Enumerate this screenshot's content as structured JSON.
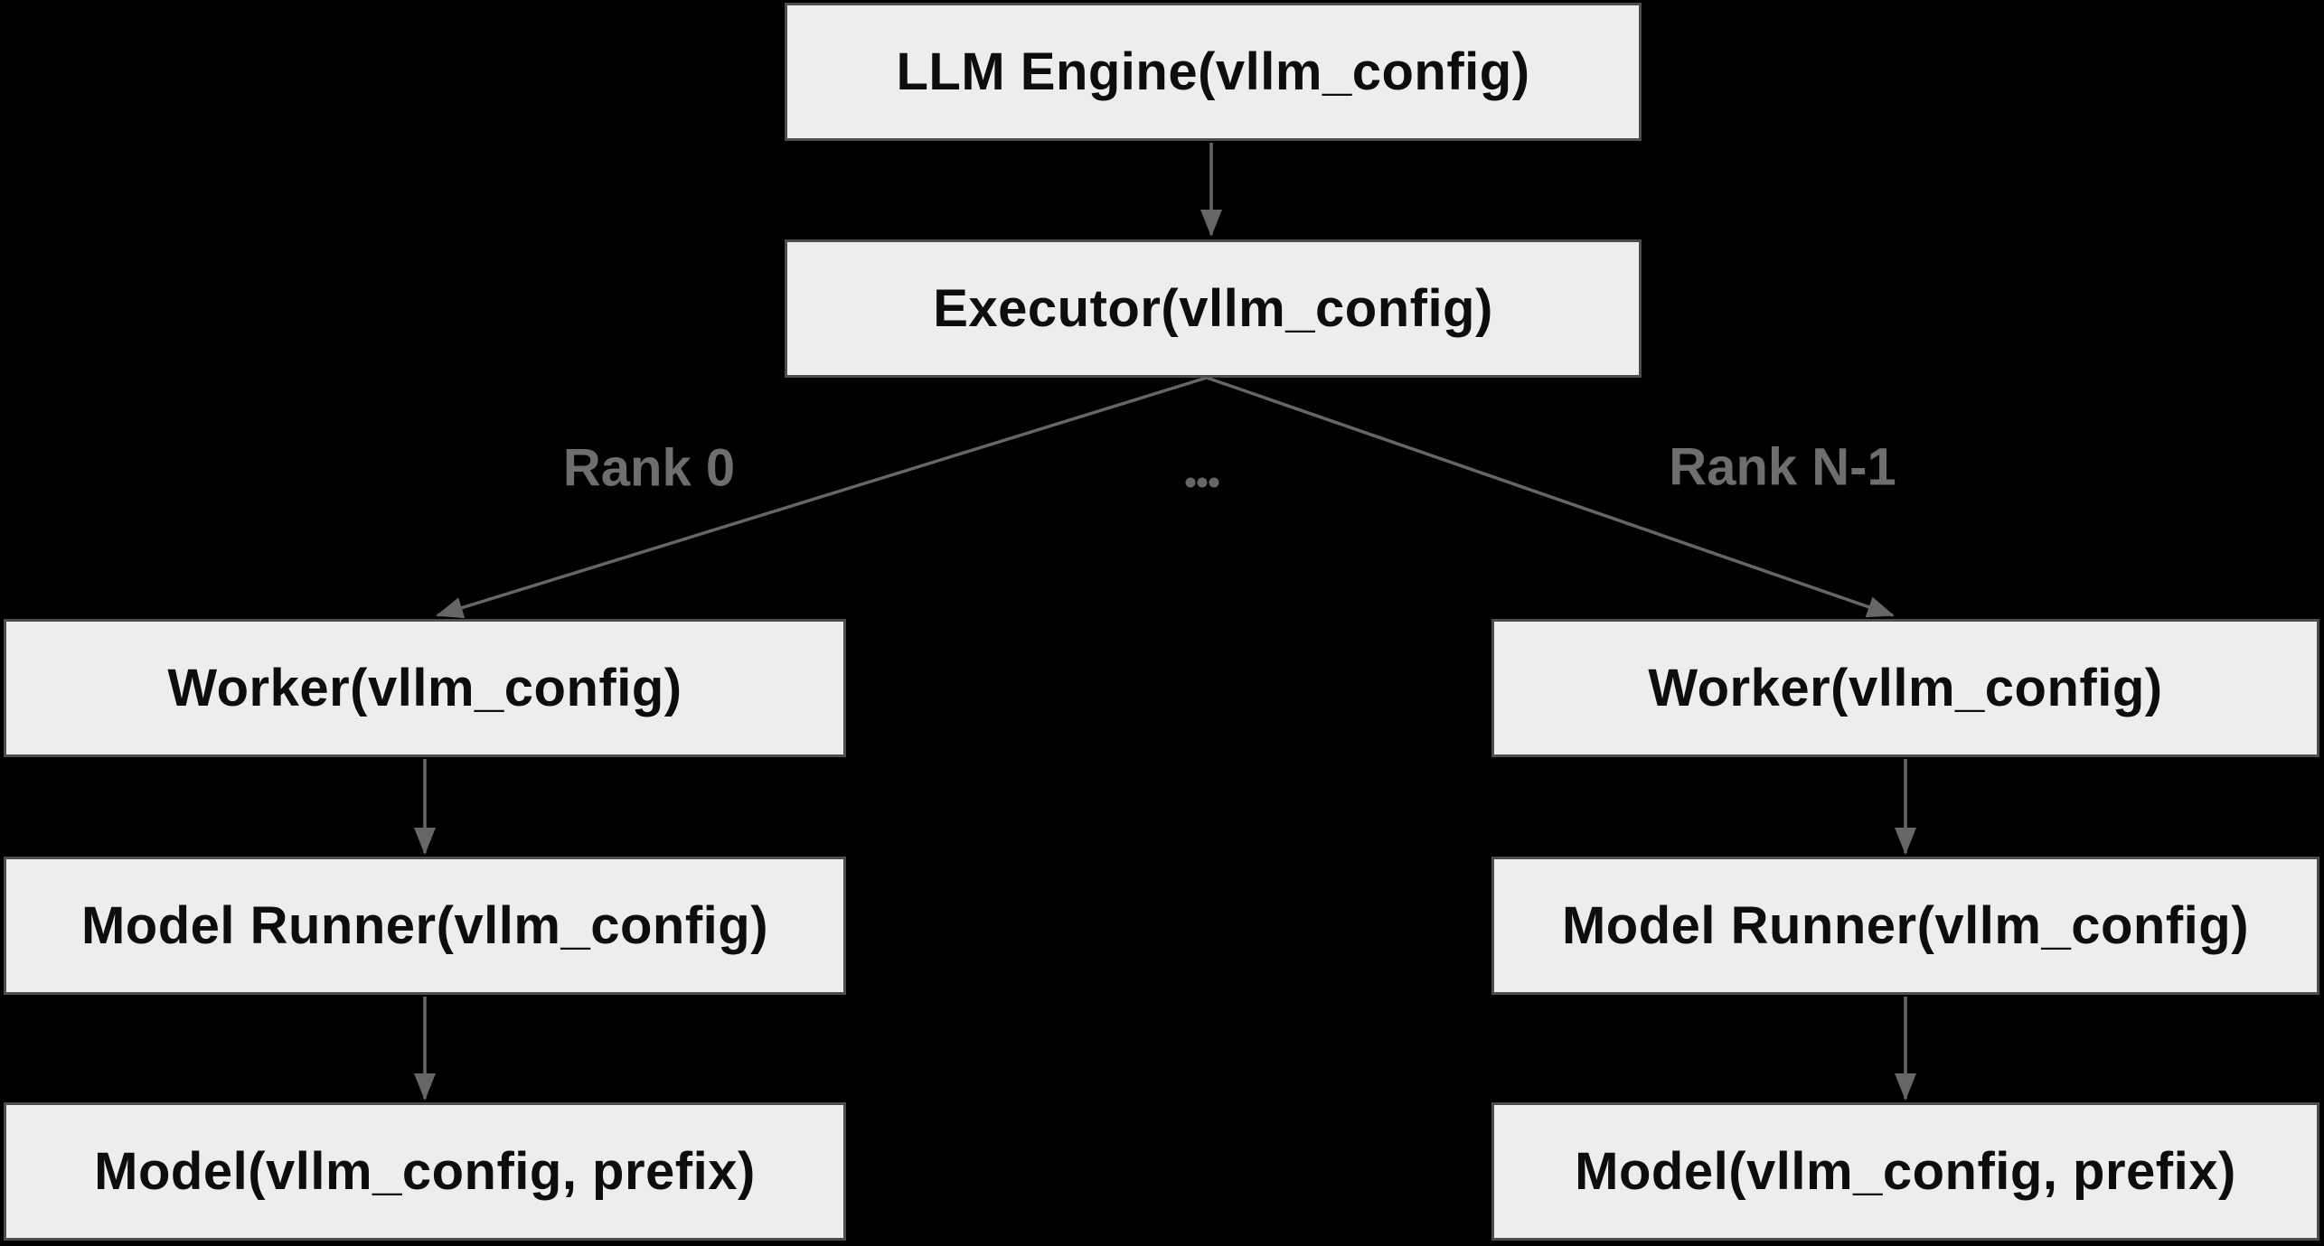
{
  "diagram": {
    "title_context": "vLLM engine-executor-worker hierarchy",
    "colors": {
      "background": "#000000",
      "node_fill": "#ededed",
      "node_border": "#4d4d4d",
      "node_text": "#0d0d0d",
      "arrow": "#666666",
      "edge_label_text": "#6e6e6e"
    },
    "nodes": {
      "llm_engine": {
        "label": "LLM Engine(vllm_config)"
      },
      "executor": {
        "label": "Executor(vllm_config)"
      },
      "worker_left": {
        "label": "Worker(vllm_config)"
      },
      "worker_right": {
        "label": "Worker(vllm_config)"
      },
      "model_runner_left": {
        "label": "Model Runner(vllm_config)"
      },
      "model_runner_right": {
        "label": "Model Runner(vllm_config)"
      },
      "model_left": {
        "label": "Model(vllm_config, prefix)"
      },
      "model_right": {
        "label": "Model(vllm_config, prefix)"
      }
    },
    "edge_labels": {
      "rank_0": "Rank 0",
      "ellipsis": "…",
      "rank_n_minus_1": "Rank N-1"
    }
  }
}
